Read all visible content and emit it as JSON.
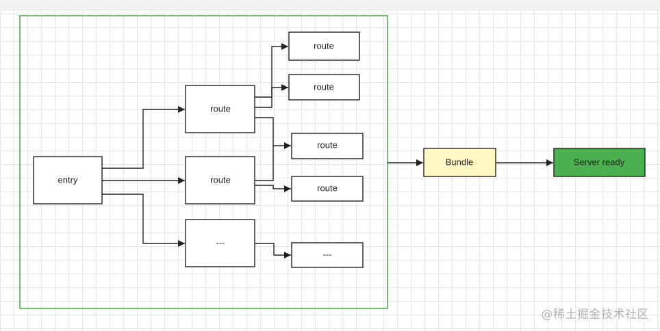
{
  "nodes": {
    "entry": "entry",
    "route_1": "route",
    "route_2": "route",
    "placeholder_1": "---",
    "route_1a": "route",
    "route_1b": "route",
    "route_2a": "route",
    "route_2b": "route",
    "placeholder_2": "---",
    "bundle": "Bundle",
    "server_ready": "Server ready"
  },
  "colors": {
    "group_border": "#4fae4f",
    "bundle_fill": "#fff8c4",
    "server_fill": "#4caf50",
    "stroke": "#222222"
  },
  "watermark": "@稀土掘金技术社区"
}
